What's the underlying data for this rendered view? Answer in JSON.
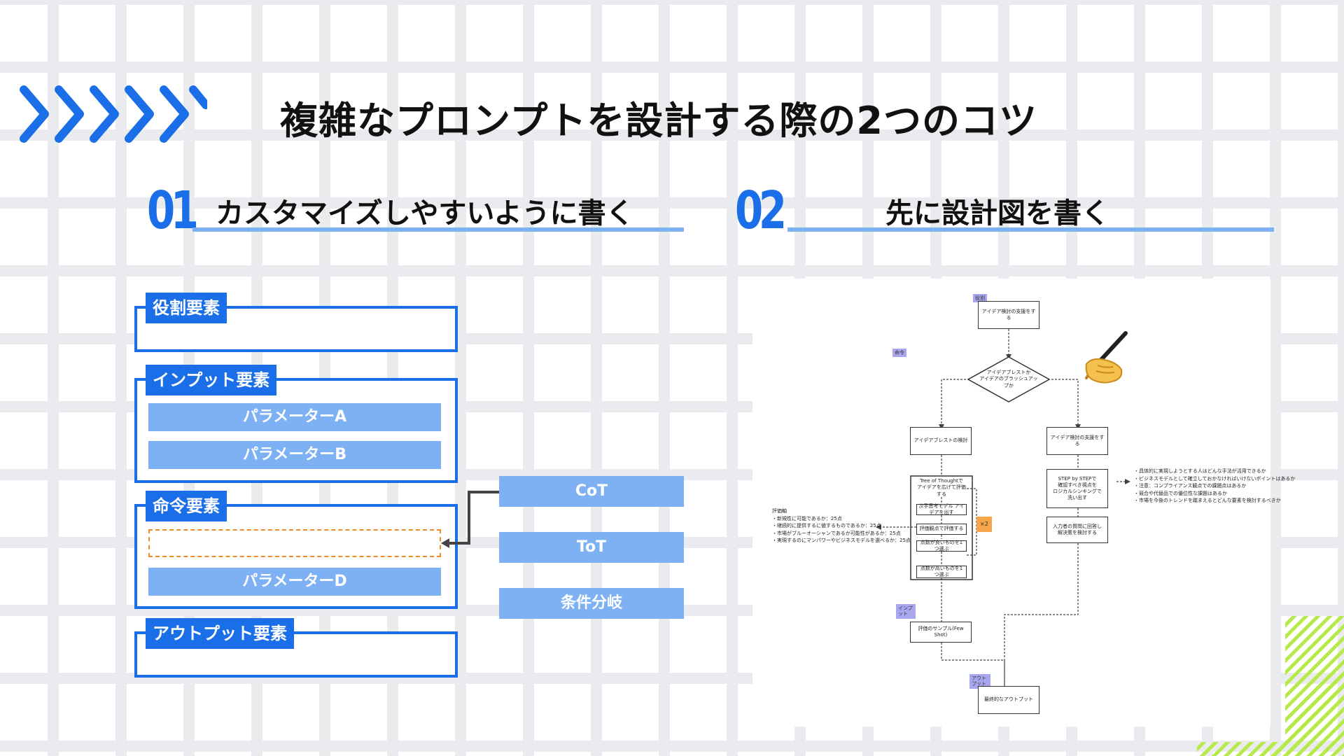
{
  "title": "複雑なプロンプトを設計する際の2つのコツ",
  "sections": [
    {
      "number": "01",
      "title": "カスタマイズしやすいように書く"
    },
    {
      "number": "02",
      "title": "先に設計図を書く"
    }
  ],
  "left": {
    "role": {
      "label": "役割要素"
    },
    "input": {
      "label": "インプット要素",
      "params": [
        "パラメーターA",
        "パラメーターB"
      ]
    },
    "command": {
      "label": "命令要素",
      "params": [
        "パラメーターD"
      ]
    },
    "output": {
      "label": "アウトプット要素"
    },
    "techniques": [
      "CoT",
      "ToT",
      "条件分岐"
    ]
  },
  "flowchart": {
    "notes": {
      "role": "役割",
      "command": "命令",
      "input": "インプット",
      "output": "アウトプット",
      "x2": "×2"
    },
    "nodes": {
      "start": "アイデア検討の支援をする",
      "decision": "アイデアブレストか\nアイデアのブラッシュアップか",
      "brainstorm": "アイデアブレストの検討",
      "support": "アイデア検討の支援をする",
      "tot": "Tree of Thoughtで\nアイデアを広げて評価する",
      "step": "STEP by STEPで\n確認すべき視点を\nロジカルシンキングで\n洗い出す",
      "t1": "次手思考モデル\nアイデアを出す",
      "t2": "評価観点で評価する",
      "t3": "点数が良いものを1つ選ぶ",
      "t4": "点数が高いものを1つ選ぶ",
      "improve": "入力者の質問に回答し\n解決策を検討する",
      "fewshot": "評価のサンプル(Few Shot)",
      "final": "最終的なアウトプット"
    },
    "criteria": [
      "評価軸",
      "・新規性に可能であるか：25点",
      "・継続的に提供するに値するものであるか：25点",
      "・市場がブルーオーシャンであるか可能性があるか：25点",
      "・実現するのにマンパワーやビジネスモデルを選べるか：25点"
    ],
    "questions": [
      "・具体的に実現しようとする人はどんな手法が活用できるか",
      "・ビジネスモデルとして確立しておかなければいけないポイントはあるか",
      "・注意：コンプライアンス観点での課題点はあるか",
      "・競合や代替品での優位性な課題はあるか",
      "・市場を今後のトレンドを踏まえるとどんな要素を検討するべきか"
    ]
  },
  "colors": {
    "accent": "#1a6ee8",
    "light_accent": "#7db1f3",
    "dashed": "#f08a24",
    "stripe": "#b6e94a"
  },
  "icons": [
    "chevron-right-icon",
    "writing-hand-icon"
  ]
}
